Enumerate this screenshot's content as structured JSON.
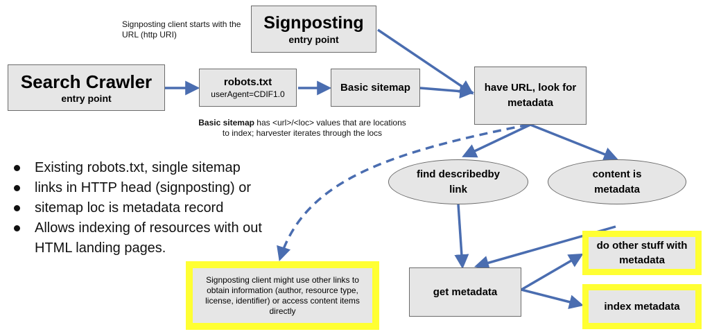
{
  "nodes": {
    "signposting_entry": {
      "title": "Signposting",
      "subtitle": "entry point"
    },
    "search_crawler": {
      "title": "Search Crawler",
      "subtitle": "entry point"
    },
    "robots": {
      "title": "robots.txt",
      "subtitle": "userAgent=CDIF1.0"
    },
    "basic_sitemap": {
      "title": "Basic sitemap"
    },
    "have_url": {
      "title": "have URL, look for metadata"
    },
    "find_describedby": {
      "title": "find describedby link"
    },
    "content_metadata": {
      "title": "content is metadata"
    },
    "get_metadata": {
      "title": "get metadata"
    },
    "other_stuff": {
      "title": "do other stuff with metadata"
    },
    "index_metadata": {
      "title": "index metadata"
    },
    "signposting_other": {
      "text": "Signposting client might use other links to obtain information (author, resource type, license, identifier) or access content items directly"
    }
  },
  "notes": {
    "signposting_start": "Signposting client starts with the URL (http URI)",
    "sitemap_bold": "Basic sitemap",
    "sitemap_rest": " has <url>/<loc> values that are locations to index; harvester iterates through the locs"
  },
  "bullets": [
    "Existing robots.txt, single sitemap",
    "links in HTTP head (signposting) or",
    "sitemap loc is metadata record",
    "Allows indexing of resources with out HTML landing pages."
  ],
  "colors": {
    "arrow": "#4a6db0",
    "highlight": "#ffff33",
    "box_fill": "#e6e6e6"
  }
}
